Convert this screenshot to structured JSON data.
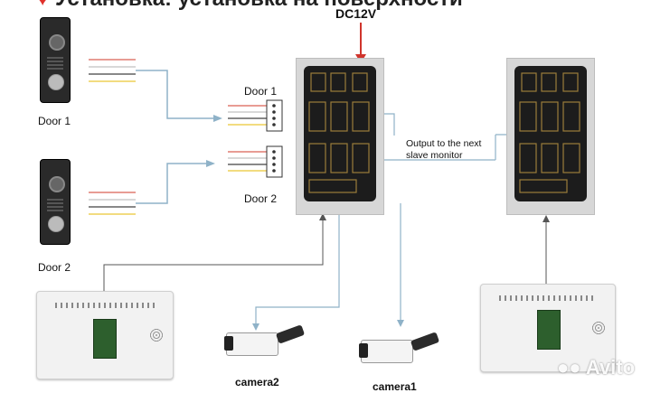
{
  "title": "Установка: установка на поверхности",
  "labels": {
    "dc12v": "DC12V",
    "door1_top": "Door 1",
    "door1_side": "Door 1",
    "door2_top": "Door 2",
    "door2_side": "Door 2",
    "output_line1": "Output to the next",
    "output_line2": "slave monitor",
    "camera2": "camera2",
    "camera1": "camera1",
    "watermark": "Avito"
  },
  "colors": {
    "arrow_blue": "#8fb2c8",
    "power_red": "#d0342c",
    "wire_red": "#d23a2a",
    "wire_yellow": "#e6b800",
    "wire_black": "#111111",
    "wire_white": "#b0b0b0"
  }
}
